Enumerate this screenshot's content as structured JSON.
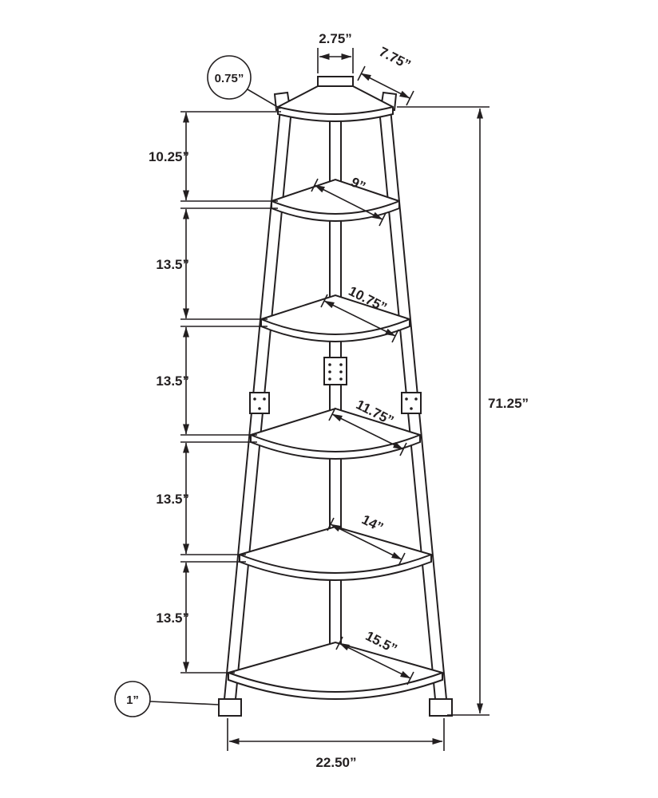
{
  "dimensions": {
    "top_width": "2.75”",
    "top_edge_depth": "7.75”",
    "shelf_thickness": "0.75”",
    "foot_height": "1”",
    "shelf_spacings": [
      "10.25”",
      "13.5”",
      "13.5”",
      "13.5”",
      "13.5”"
    ],
    "shelf_radii": [
      "9”",
      "10.75”",
      "11.75”",
      "14”",
      "15.5”"
    ],
    "overall_height": "71.25”",
    "base_width": "22.50”"
  },
  "colors": {
    "line": "#231f20",
    "background": "#ffffff"
  }
}
